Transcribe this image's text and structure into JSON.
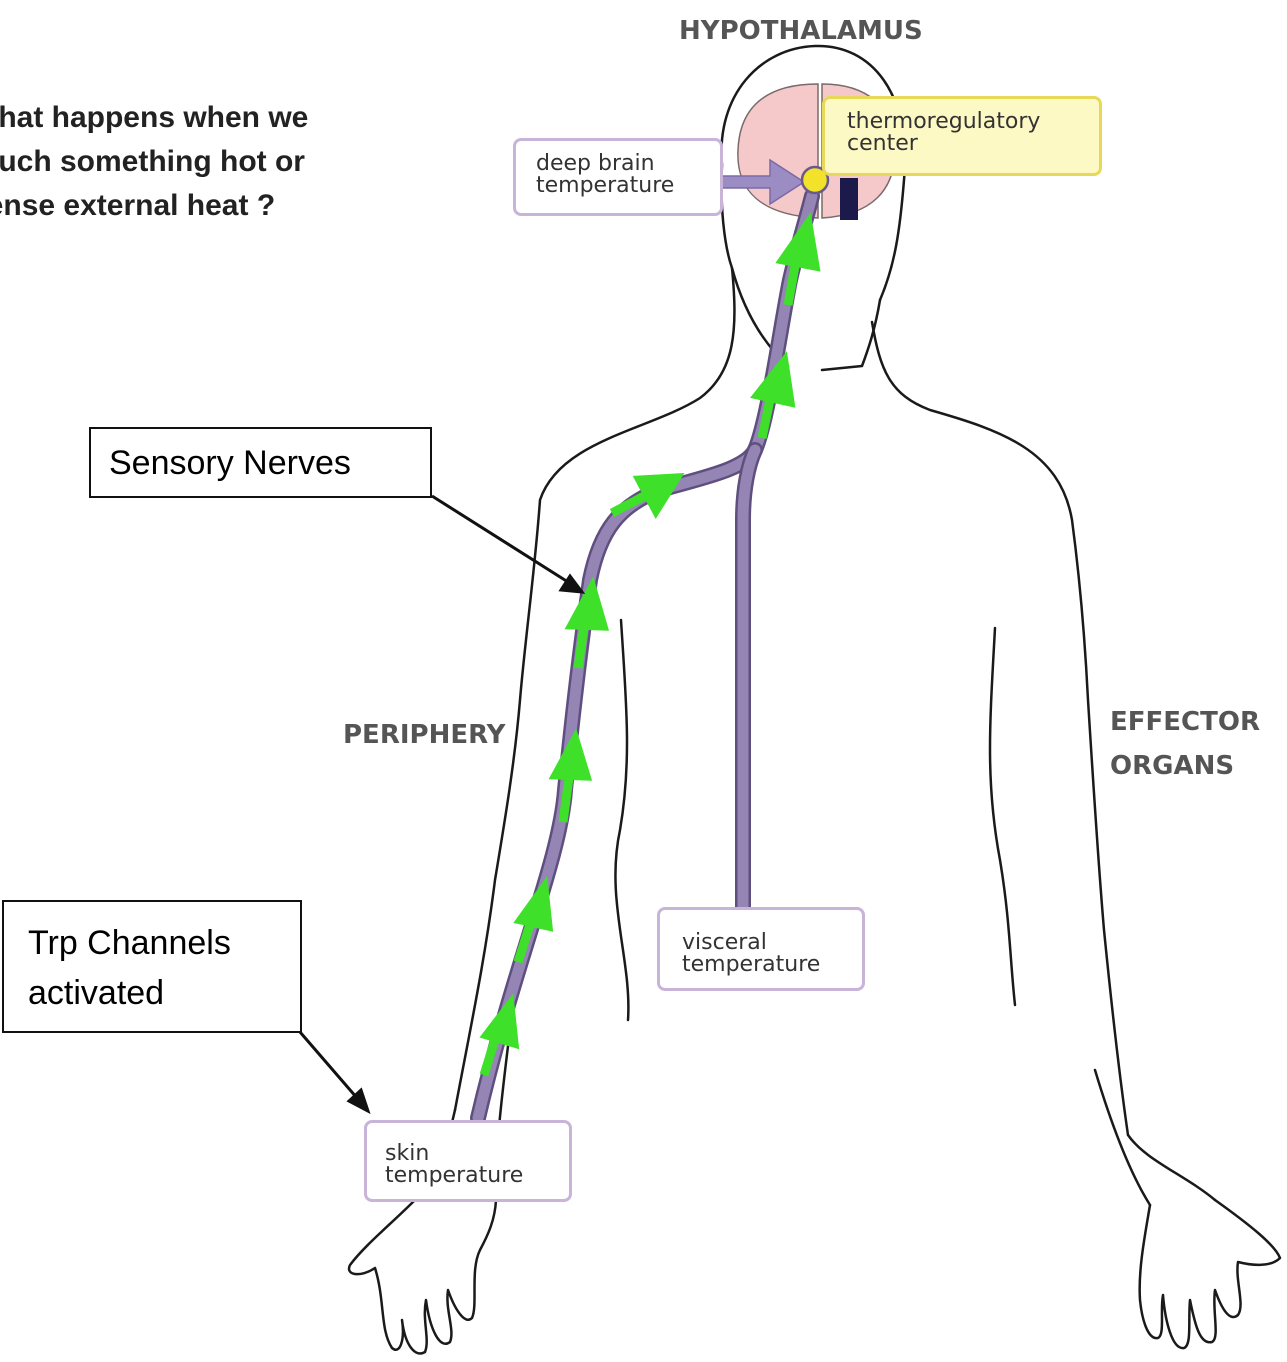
{
  "question": {
    "lines": [
      "What happens when we",
      "touch something hot or",
      "sense external heat ?"
    ]
  },
  "labels": {
    "hypothalamus": "HYPOTHALAMUS",
    "periphery": "PERIPHERY",
    "effector_line1": "EFFECTOR",
    "effector_line2": "ORGANS"
  },
  "boxes": {
    "deep_brain": [
      "deep brain",
      "temperature"
    ],
    "thermoregulatory": [
      "thermoregulatory",
      "center"
    ],
    "visceral": [
      "visceral",
      "temperature"
    ],
    "skin": [
      "skin",
      "temperature"
    ]
  },
  "callouts": {
    "sensory_nerves": "Sensory Nerves",
    "trp_line1": "Trp Channels",
    "trp_line2": "activated"
  },
  "colors": {
    "nerve": "#9585b5",
    "arrow": "#3fe02a",
    "brain": "#f5c9c9",
    "center_dot": "#f2e32a",
    "outline": "#1a1a1a"
  }
}
